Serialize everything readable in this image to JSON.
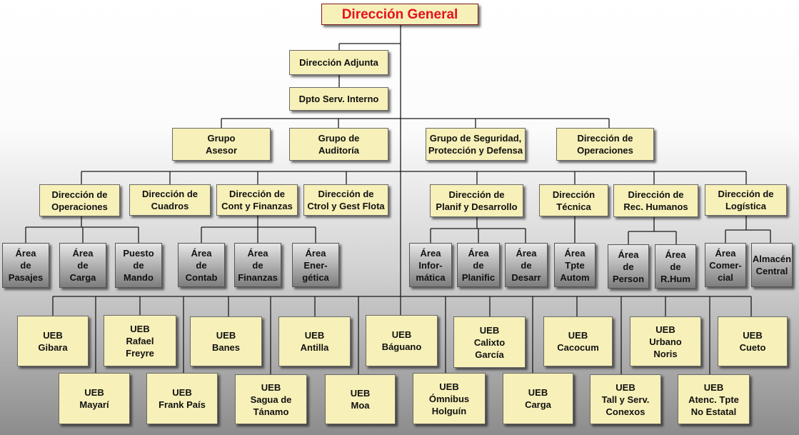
{
  "general": "Dirección General",
  "adjunta": "Dirección Adjunta",
  "dpto": "Dpto Serv. Interno",
  "groups": [
    "Grupo\nAsesor",
    "Grupo de\nAuditoría",
    "Grupo de Seguridad,\nProtección y Defensa",
    "Dirección de\nOperaciones"
  ],
  "directions": [
    "Dirección de\nOperaciones",
    "Dirección de\nCuadros",
    "Dirección de\nCont y Finanzas",
    "Dirección de\nCtrol y Gest Flota",
    "Dirección de\nPlanif y Desarrollo",
    "Dirección\nTécnica",
    "Dirección de\nRec. Humanos",
    "Dirección de\nLogística"
  ],
  "areas": [
    "Área\nde\nPasajes",
    "Área\nde\nCarga",
    "Puesto\nde\nMando",
    "Área\nde\nContab",
    "Área\nde\nFinanzas",
    "Área\nEner-\ngética",
    "Área\nInfor-\nmática",
    "Área\nde\nPlanific",
    "Área\nde\nDesarr",
    "Área\nTpte\nAutom",
    "Área\nde\nPerson",
    "Área\nde\nR.Hum",
    "Área\nComer-\ncial",
    "Almacén\nCentral"
  ],
  "ueb_top": [
    "UEB\nGibara",
    "UEB\nRafael\nFreyre",
    "UEB\nBanes",
    "UEB\nAntilla",
    "UEB\nBáguano",
    "UEB\nCalixto\nGarcía",
    "UEB\nCacocum",
    "UEB\nUrbano\nNoris",
    "UEB\nCueto"
  ],
  "ueb_bottom": [
    "UEB\nMayarí",
    "UEB\nFrank País",
    "UEB\nSagua de\nTánamo",
    "UEB\nMoa",
    "UEB\nÓmnibus\nHolguín",
    "UEB\nCarga",
    "UEB\nTall y Serv.\nConexos",
    "UEB\nAtenc. Tpte\nNo Estatal"
  ],
  "colors": {
    "box_fill": "#f7f0b8",
    "title_text": "#e4121b",
    "line": "#1a1a1a"
  }
}
